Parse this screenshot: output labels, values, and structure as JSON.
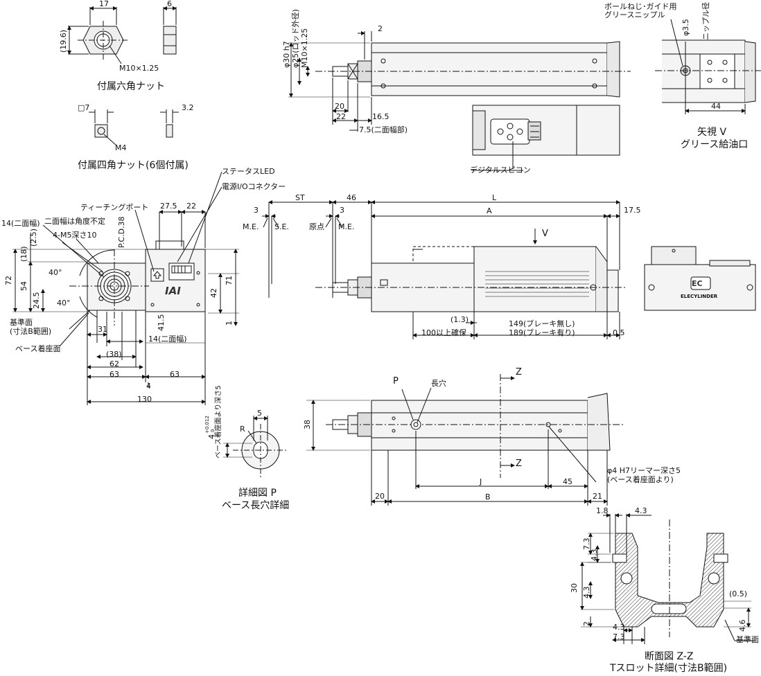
{
  "hex_nut": {
    "dim_width": "17",
    "dim_thick": "6",
    "dim_height": "(19.6)",
    "thread": "M10×1.25",
    "caption": "付属六角ナット"
  },
  "square_nut": {
    "dim_square": "□7",
    "dim_thick": "3.2",
    "thread": "M4",
    "caption": "付属四角ナット(6個付属)"
  },
  "rod_detail": {
    "phi30": "φ30 h7",
    "phi25": "φ25(ロッド外径)",
    "m10": "M10×1.25",
    "d2": "2",
    "d20": "20",
    "d22": "22",
    "d16_5": "16.5",
    "d7_5": "7.5(二面幅部)",
    "digital_speedcon": "デジタルスピコン"
  },
  "view_v": {
    "ball_screw_label": "ボールねじ･ガイド用",
    "grease_nipple": "グリースニップル",
    "phi3_5": "φ3.5",
    "nipple_dia": "ニップル径",
    "d44": "44",
    "caption1": "矢視 V",
    "caption2": "グリース給油口"
  },
  "front_view": {
    "status_led": "ステータスLED",
    "power_connector": "電源I/Oコネクター",
    "teaching_port": "ティーチングポート",
    "across_flats14": "14(二面幅)",
    "across_flats_note": "二面幅は角度不定",
    "m5": "4-M5深さ10",
    "pcd": "P.C.D.38",
    "d27_5": "27.5",
    "d22": "22",
    "d2_5": "(2.5)",
    "d18": "(18)",
    "d72": "72",
    "d54": "54",
    "d24_5": "24.5",
    "d42": "42",
    "d71": "71",
    "d1": "1",
    "d41_5": "41.5",
    "angle40a": "40°",
    "angle40b": "40°",
    "datum": "基準面",
    "datum_range": "(寸法B範囲)",
    "base_mount": "ベース着座面",
    "d31": "31",
    "d14b": "14(二面幅)",
    "d38": "(38)",
    "d62": "62",
    "d63a": "63",
    "d63b": "63",
    "d4": "4",
    "d130": "130",
    "logo": "IAI"
  },
  "side_view": {
    "st": "ST",
    "d46": "46",
    "L": "L",
    "d3a": "3",
    "d3b": "3",
    "A": "A",
    "d17_5": "17.5",
    "me1": "M.E.",
    "se": "S.E.",
    "origin": "原点",
    "me2": "M.E.",
    "V": "V",
    "d1_3": "(1.3)",
    "d100": "100以上確保",
    "d149": "149(ブレーキ無し)",
    "d189": "189(ブレーキ有り)",
    "d0_5": "0.5",
    "brand": "ELECYLINDER",
    "brand_mark": "EC"
  },
  "bottom_view": {
    "P": "P",
    "slot": "長穴",
    "Z1": "Z",
    "Z2": "Z",
    "d38": "38",
    "reamer": "φ4 H7リーマー深さ5",
    "reamer_note": "(ベース着座面より)",
    "J": "J",
    "d45": "45",
    "d20": "20",
    "B": "B",
    "d21": "21"
  },
  "detail_p": {
    "d5": "5",
    "tol": "4",
    "tol_sup": "+0.012",
    "tol_sub": "0",
    "depth_note": "ベース着座面より深さ5",
    "R": "R",
    "caption1": "詳細図 P",
    "caption2": "ベース長穴詳細"
  },
  "section_zz": {
    "d1_8": "1.8",
    "d4_3a": "4.3",
    "d7_3a": "7.3",
    "d4_3b": "4.3",
    "d30": "30",
    "d4_3c": "4.3",
    "d2": "2",
    "d0_5": "(0.5)",
    "d4_3d": "4.3",
    "d7_3b": "7.3",
    "d4_6": "4.6",
    "datum": "基準面",
    "caption1": "断面図 Z-Z",
    "caption2": "Tスロット詳細(寸法B範囲)"
  }
}
